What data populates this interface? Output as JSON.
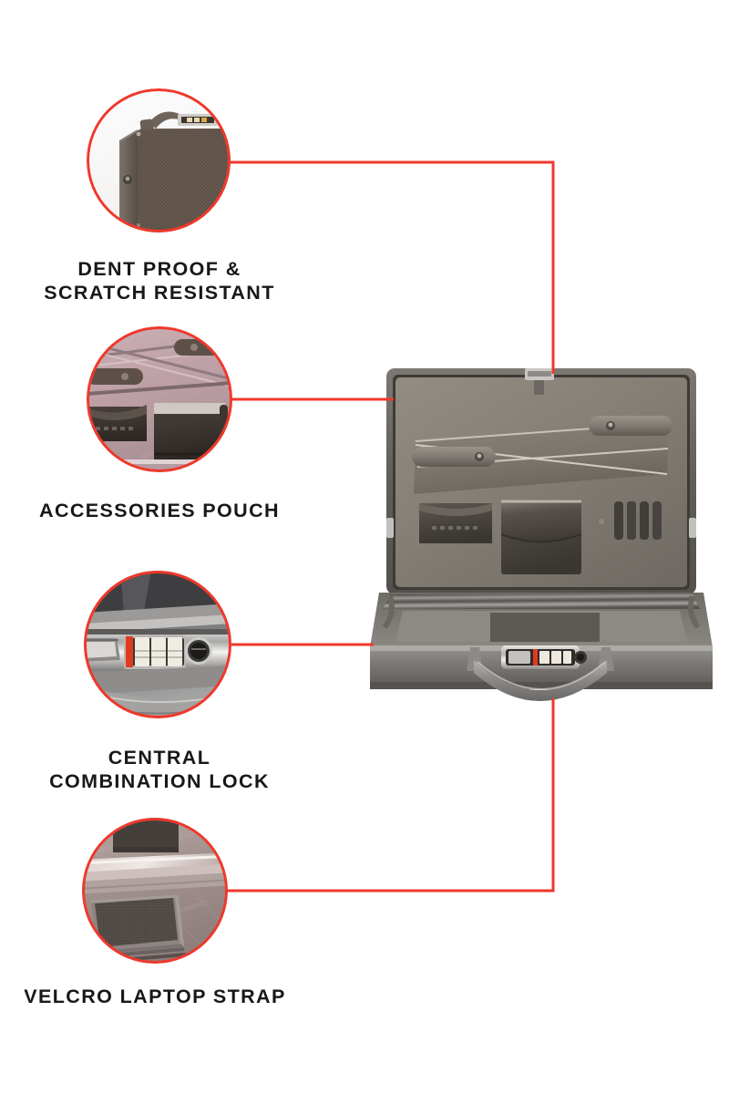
{
  "page": {
    "title": "Briefcase Feature Infographic",
    "background_color": "#ffffff",
    "accent_color": "#f0382b",
    "text_color": "#18181a"
  },
  "product": {
    "name": "Hard-sided aluminium attache briefcase",
    "hero_view": "open-briefcase-front-view",
    "body_color": "#6e6b67",
    "lining_color": "#8d8880",
    "handle_color": "#9b9a98"
  },
  "features": [
    {
      "id": "dent-proof",
      "label": "DENT PROOF &\nSCRATCH RESISTANT",
      "thumbnail": "closed-briefcase-corner",
      "thumb_tint": "#6b5d53",
      "connector": "from circle right edge, horizontal right then down to briefcase latch"
    },
    {
      "id": "accessories-pouch",
      "label": "ACCESSORIES POUCH",
      "thumbnail": "interior-pouch-detail",
      "thumb_tint": "#b99ba0",
      "connector": "straight horizontal to briefcase lid left edge"
    },
    {
      "id": "combination-lock",
      "label": "CENTRAL\nCOMBINATION LOCK",
      "thumbnail": "combination-lock-dials",
      "thumb_tint": "#8e8e90",
      "connector": "straight horizontal to briefcase base left edge"
    },
    {
      "id": "velcro-strap",
      "label": "VELCRO LAPTOP STRAP",
      "thumbnail": "velcro-strap-detail",
      "thumb_tint": "#9a8d8b",
      "connector": "from circle right edge horizontal right then up to handle"
    }
  ],
  "lock": {
    "dial_count": 3,
    "release_marker_color": "#e03a20"
  }
}
